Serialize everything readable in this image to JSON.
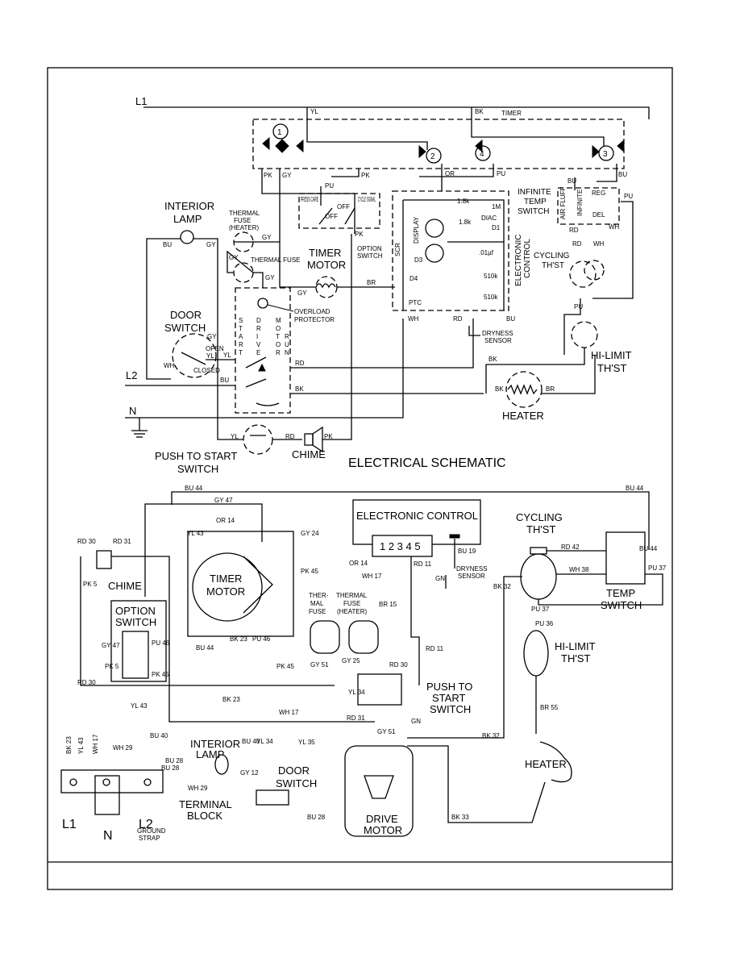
{
  "schematic": {
    "title": "ELECTRICAL SCHEMATIC",
    "lines": {
      "l1": "L1",
      "l2": "L2",
      "n": "N"
    },
    "timer": {
      "label": "TIMER",
      "contacts": [
        "1",
        "2",
        "4",
        "3"
      ]
    },
    "components": {
      "interior_lamp": "INTERIOR LAMP",
      "thermal_fuse_heater": "THERMAL FUSE (HEATER)",
      "thermal_fuse": "THERMAL FUSE",
      "door_switch": "DOOR SWITCH",
      "door_open": "OPEN",
      "door_closed": "CLOSED",
      "timer_motor": "TIMER MOTOR",
      "overload_protector": "OVERLOAD PROTECTOR",
      "drive_motor_start": "START",
      "drive_motor_drive": "DRIVE",
      "drive_motor_motor": "MOTOR",
      "drive_motor_run": "RUN",
      "press_care": "PRESS CARE",
      "off1": "OFF",
      "off2": "OFF",
      "cycle_signal": "CYCLE SIGNAL",
      "option_switch": "OPTION SWITCH",
      "scr": "SCR",
      "display": "DISPLAY",
      "diac": "DIAC",
      "electronic_control": "ELECTRONIC CONTROL",
      "ptc": "PTC",
      "dryness_sensor": "DRYNESS SENSOR",
      "infinite_temp_switch": "INFINITE TEMP SWITCH",
      "air_fluff": "AIR FLUFF",
      "infinite": "INFINITE",
      "reg": "REG",
      "del": "DEL",
      "cycling_thst": "CYCLING TH'ST",
      "hi_limit_thst": "HI-LIMIT TH'ST",
      "heater": "HEATER",
      "push_to_start": "PUSH TO START SWITCH",
      "chime": "CHIME"
    },
    "parts": {
      "r1": "1.8k",
      "r2": "1.8k",
      "r3": "1M",
      "cap": ".01µf",
      "r4": "510k",
      "r5": "510k",
      "d1": "D1",
      "d3": "D3",
      "d4": "D4"
    },
    "wire_colors": {
      "yl": "YL",
      "bk": "BK",
      "pk": "PK",
      "gy": "GY",
      "or": "OR",
      "pu": "PU",
      "bu": "BU",
      "rd": "RD",
      "wh": "WH",
      "br": "BR"
    }
  },
  "wiring": {
    "electronic_control": "ELECTRONIC CONTROL",
    "ec_pins": "1 2 3 4 5",
    "cycling_thst": "CYCLING TH'ST",
    "temp_switch": "TEMP SWITCH",
    "hi_limit": "HI-LIMIT TH'ST",
    "heater": "HEATER",
    "chime": "CHIME",
    "option_switch": "OPTION SWITCH",
    "timer_motor": "TIMER MOTOR",
    "thermal_fuse": "THER- MAL FUSE",
    "thermal_fuse_heater": "THERMAL FUSE (HEATER)",
    "push_to_start": "PUSH TO START SWITCH",
    "interior_lamp": "INTERIOR LAMP",
    "door_switch": "DOOR SWITCH",
    "drive_motor": "DRIVE MOTOR",
    "terminal_block": "TERMINAL BLOCK",
    "ground_strap": "GROUND STRAP",
    "dryness_sensor": "DRYNESS SENSOR",
    "l1": "L1",
    "n": "N",
    "l2": "L2",
    "gn": "GN",
    "wires": {
      "bu44a": "BU 44",
      "bu44b": "BU 44",
      "bu44c": "BU 44",
      "bu44d": "BU 44",
      "gy47a": "GY 47",
      "gy47b": "GY 47",
      "or14a": "OR 14",
      "or14b": "OR 14",
      "yl43a": "YL 43",
      "yl43b": "YL 43",
      "yl43c": "YL 43",
      "gy24": "GY 24",
      "rd30a": "RD 30",
      "rd30b": "RD 30",
      "rd30c": "RD 30",
      "rd31a": "RD 31",
      "rd31b": "RD 31",
      "pk5a": "PK 5",
      "pk5b": "PK 5",
      "pk45a": "PK 45",
      "pk45b": "PK 45",
      "pk45c": "PK 45",
      "wh17a": "WH 17",
      "wh17b": "WH 17",
      "wh17c": "WH 17",
      "rd11a": "RD 11",
      "rd11b": "RD 11",
      "bu19": "BU 19",
      "br15": "BR 15",
      "bk23a": "BK 23",
      "bk23b": "BK 23",
      "bk23c": "BK 23",
      "pu46a": "PU 46",
      "pu46b": "PU 46",
      "gy51a": "GY 51",
      "gy51b": "GY 51",
      "gy25": "GY 25",
      "rd42": "RD 42",
      "wh38": "WH 38",
      "pu37a": "PU 37",
      "pu37b": "PU 37",
      "bk32a": "BK 32",
      "bk32b": "BK 32",
      "pu36": "PU 36",
      "br55": "BR 55",
      "bk33": "BK 33",
      "yl34a": "YL 34",
      "yl34b": "YL 34",
      "bu40a": "BU 40",
      "bu40b": "BU 40",
      "wh29a": "WH 29",
      "wh29b": "WH 29",
      "bu28a": "BU 28",
      "bu28b": "BU 28",
      "gy12": "GY 12",
      "yl35": "YL 35"
    }
  }
}
